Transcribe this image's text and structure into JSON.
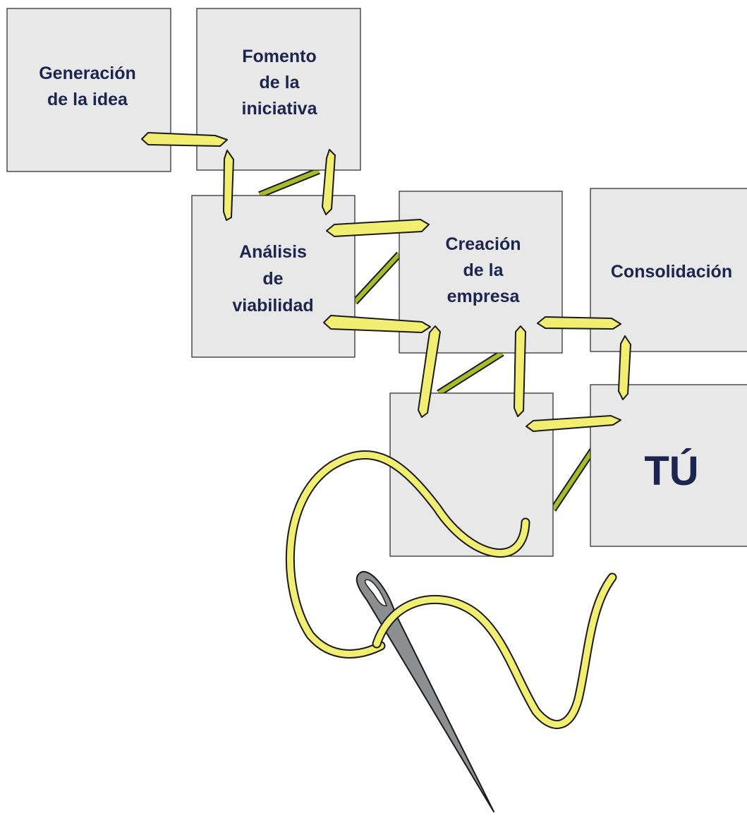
{
  "diagram": {
    "boxes": [
      {
        "id": "generacion",
        "lines": [
          "Generación",
          "de la idea"
        ]
      },
      {
        "id": "fomento",
        "lines": [
          "Fomento",
          "de la",
          "iniciativa"
        ]
      },
      {
        "id": "analisis",
        "lines": [
          "Análisis",
          "de",
          "viabilidad"
        ]
      },
      {
        "id": "creacion",
        "lines": [
          "Creación",
          "de la",
          "empresa"
        ]
      },
      {
        "id": "consolidacion",
        "lines": [
          "Consolidación"
        ]
      },
      {
        "id": "blank",
        "lines": []
      },
      {
        "id": "tu",
        "lines": [
          "TÚ"
        ]
      }
    ]
  },
  "colors": {
    "box_fill": "#e8e8e8",
    "label": "#1b2550",
    "thread": "#f1ee72",
    "back_thread": "#a9ba2a",
    "needle": "#8c8f92"
  }
}
